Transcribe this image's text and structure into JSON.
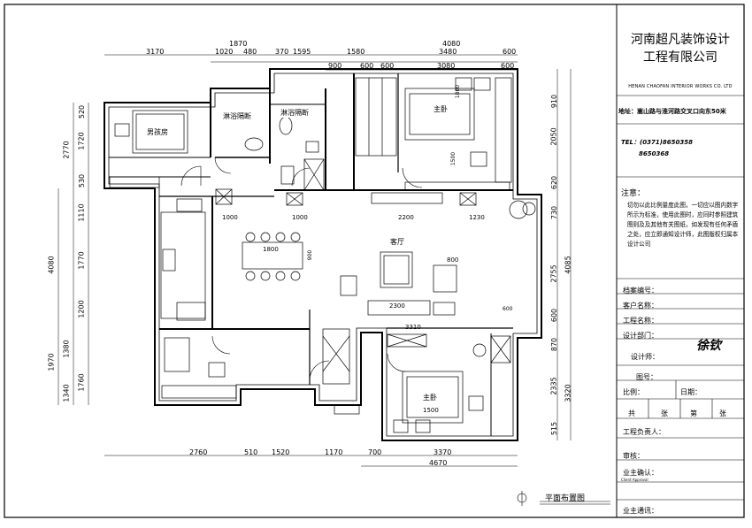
{
  "title_block": {
    "company_line1": "河南超凡装饰设计",
    "company_line2": "工程有限公司",
    "company_en": "HENAN CHAOFAN INTERIOR WORKS CO. LTD",
    "address": "地址：嵩山路与淮河路交叉口向东50米",
    "tel_line1": "TEL：(0371)8650358",
    "tel_line2": "8650368",
    "note_title": "注意：",
    "note_text": "切勿以此比例量度此图，一切应以图内数字所示为标准，使用此图时，应同时参照建筑图则及及其他有关图纸，如发现有任何矛盾之处，应立即通知设计师，此图版权归属本设计公司",
    "fields": [
      "档案编号：",
      "客户名称：",
      "工程名称：",
      "设计部门：",
      "设计师：",
      "图号：",
      "比例：",
      "日期：",
      "共",
      "张",
      "第",
      "张",
      "工程负责人：",
      "审核：",
      "业主确认：",
      "业主通讯："
    ],
    "client_confirm_en": "Client Approval",
    "signature": "徐钦"
  },
  "drawing": {
    "caption": "平面布置图",
    "rooms": {
      "child_room": "男孩房",
      "bath_top": "淋浴隔断",
      "bath_left": "淋浴隔断",
      "master_top": "主卧",
      "living": "客厅",
      "master_bottom": "主卧"
    },
    "dims_top_row1": [
      "3170",
      "1870",
      "1580",
      "4080"
    ],
    "dims_top_row2": [
      "1020",
      "480",
      "370",
      "1595",
      "3480",
      "600"
    ],
    "dims_top_row3": [
      "900",
      "600",
      "600",
      "3080",
      "600"
    ],
    "dims_left": [
      "520",
      "1720",
      "2770",
      "530",
      "1110",
      "1770",
      "4080",
      "1200",
      "1970",
      "1380",
      "1760",
      "1340"
    ],
    "dims_right": [
      "910",
      "2050",
      "620",
      "730",
      "2755",
      "4085",
      "600",
      "870",
      "2335",
      "3320",
      "515"
    ],
    "dims_bottom_row1": [
      "2760",
      "510",
      "1520",
      "1170",
      "700",
      "3370"
    ],
    "dims_bottom_row2": [
      "4670"
    ],
    "dims_inner": [
      "1000",
      "1000",
      "2200",
      "1230",
      "1800",
      "900",
      "800",
      "2300",
      "3310",
      "600",
      "1500",
      "1800",
      "1500"
    ]
  }
}
